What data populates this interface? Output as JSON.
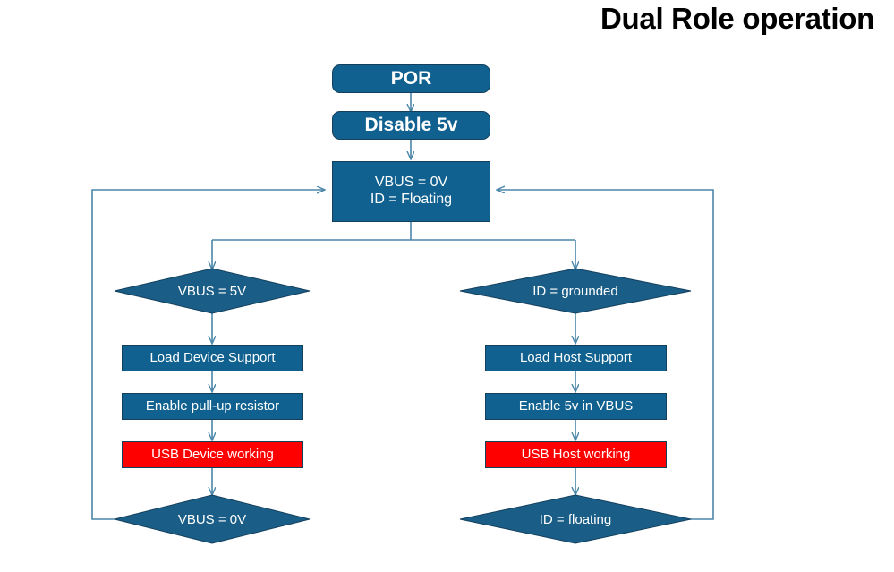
{
  "title": "Dual Role operation",
  "colors": {
    "node_fill": "#10618f",
    "node_border": "#14405e",
    "diamond_fill": "#1a5e87",
    "alert_fill": "#ff0000",
    "wire": "#4a86a8",
    "text": "#ffffff",
    "background": "#ffffff"
  },
  "flow": {
    "start": {
      "label": "POR"
    },
    "disable": {
      "label": "Disable 5v"
    },
    "idle": {
      "label_line1": "VBUS = 0V",
      "label_line2": "ID = Floating"
    },
    "device_branch": {
      "condition": "VBUS = 5V",
      "steps": [
        {
          "label": "Load Device Support"
        },
        {
          "label": "Enable pull-up resistor"
        }
      ],
      "result": "USB Device working",
      "exit_condition": "VBUS = 0V"
    },
    "host_branch": {
      "condition": "ID = grounded",
      "steps": [
        {
          "label": "Load Host Support"
        },
        {
          "label": "Enable 5v in VBUS"
        }
      ],
      "result": "USB Host working",
      "exit_condition": "ID = floating"
    }
  }
}
